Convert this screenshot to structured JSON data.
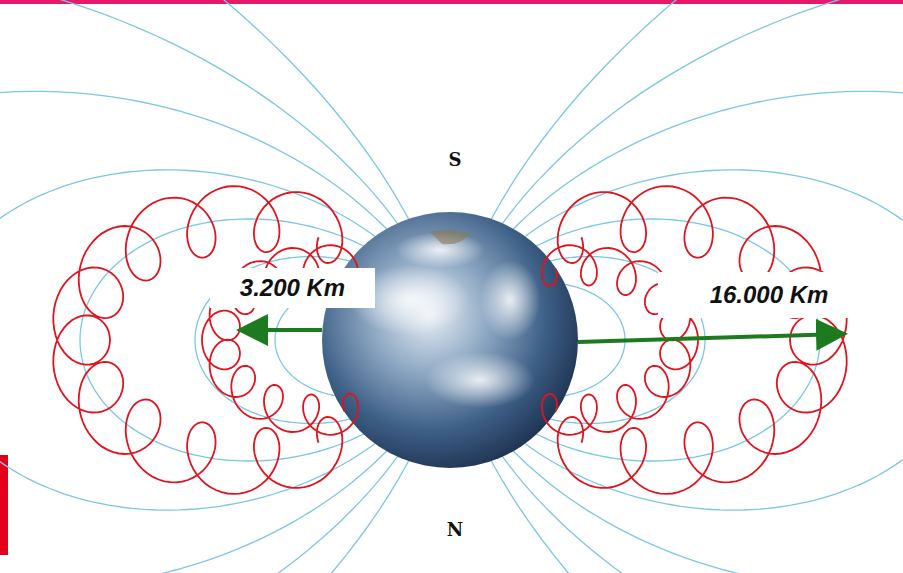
{
  "diagram": {
    "labels": [
      "S",
      "N",
      "3.200 Km",
      "16.000 Km"
    ]
  }
}
